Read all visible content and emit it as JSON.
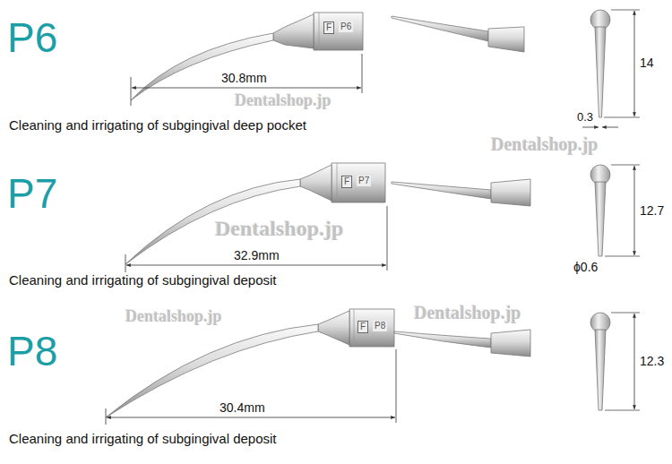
{
  "diagram": {
    "labels": [
      "P6",
      "F",
      "P6",
      "30.8mm",
      "Dentalshop.jp",
      "Cleaning and irrigating of subgingival deep pocket",
      "14",
      "0.3",
      "Dentalshop.jp",
      "P7",
      "F",
      "P7",
      "Dentalshop.jp",
      "32.9mm",
      "Cleaning and irrigating of subgingival deposit",
      "12.7",
      "ϕ0.6",
      "Dentalshop.jp",
      "Dentalshop.jp",
      "P8",
      "F",
      "P8",
      "30.4mm",
      "Cleaning and irrigating of subgingival deposit",
      "12.3"
    ]
  }
}
